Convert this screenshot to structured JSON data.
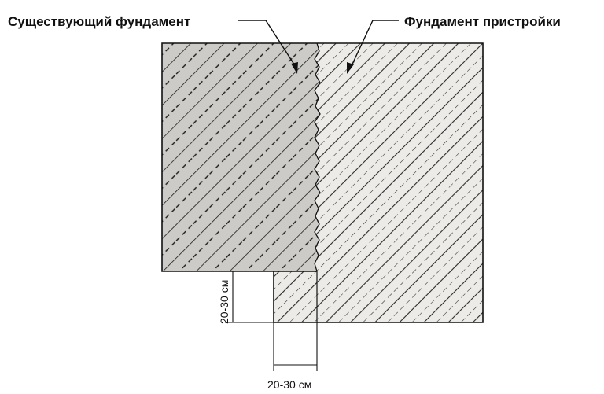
{
  "labels": {
    "existing_foundation": "Существующий фундамент",
    "extension_foundation": "Фундамент пристройки"
  },
  "dimensions": {
    "vertical": "20-30 см",
    "horizontal": "20-30 см"
  },
  "colors": {
    "existing_fill": "#cdcbc7",
    "extension_fill": "#ecebe8",
    "hatch": "#1a1a1a",
    "outline": "#111111"
  }
}
